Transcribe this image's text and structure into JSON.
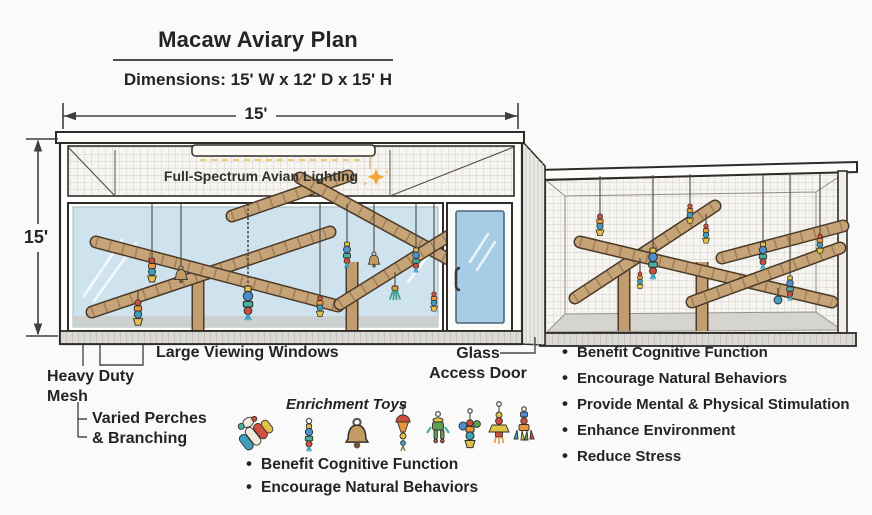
{
  "header": {
    "title": "Macaw Aviary Plan",
    "subtitle": "Dimensions: 15' W x 12' D x 15' H"
  },
  "dimensions": {
    "width_label": "15'",
    "height_label": "15'"
  },
  "structure": {
    "lighting_label": "Full-Spectrum Avian Lighting",
    "window_label": "Large Viewing Windows",
    "mesh_label_line1": "Heavy Duty",
    "mesh_label_line2": "Mesh",
    "perches_label_line1": "Varied Perches",
    "perches_label_line2": "& Branching",
    "door_label_line1": "Glass",
    "door_label_line2": "Access Door"
  },
  "enrichment": {
    "title": "Enrichment Toys",
    "benefits": [
      "Benefit Cognitive Function",
      "Encourage Natural Behaviors"
    ]
  },
  "benefits": [
    "Benefit Cognitive Function",
    "Encourage Natural Behaviors",
    "Provide Mental & Physical Stimulation",
    "Enhance Environment",
    "Reduce Stress"
  ],
  "icons": {
    "sparkle": "✦",
    "bell_toy": "bell",
    "hanging_toy": "beaded bird toy"
  },
  "palette": {
    "outline": "#2F2C28",
    "glass_blue": "#CFE3EE",
    "door_blue": "#A6CCE6",
    "branch_tan": "#C7A478",
    "branch_dark": "#4A3A27",
    "mesh_bg": "#F6F4F0",
    "mesh_line": "#C8C4BB",
    "base_gray": "#DBD9D5",
    "accent_orange": "#F2A634",
    "text": "#242424"
  }
}
